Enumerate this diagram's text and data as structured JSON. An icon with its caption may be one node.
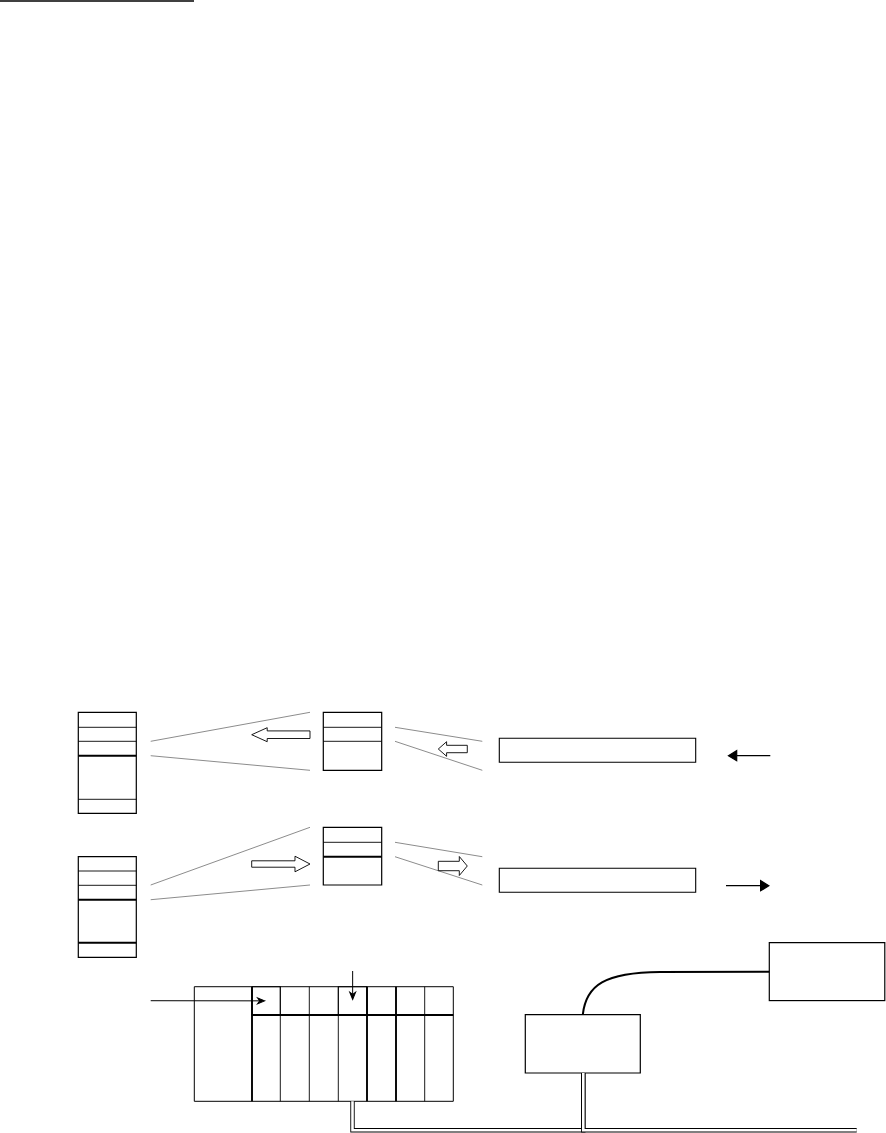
{
  "diagram": {
    "nodes": [
      {
        "text": [],
        "shape": "box"
      },
      {
        "text": [],
        "shape": "box"
      },
      {
        "text": [],
        "shape": "box"
      },
      {
        "text": [],
        "shape": "box"
      },
      {
        "text": [],
        "shape": "box"
      },
      {
        "text": [],
        "shape": "box"
      },
      {
        "text": [],
        "shape": "box"
      },
      {
        "text": [],
        "shape": "box"
      },
      {
        "text": [],
        "shape": "box",
        "in": 7
      },
      {
        "text": [],
        "shape": "box",
        "in": 7
      },
      {
        "text": [],
        "shape": "box"
      }
    ],
    "edges": [
      {
        "from": 10,
        "to": 6,
        "arrow": "none"
      },
      {
        "from": null,
        "to": 8,
        "arrow": "to"
      },
      {
        "from": null,
        "to": 9,
        "arrow": "to"
      },
      {
        "from": 7,
        "to": 10,
        "arrow": "none",
        "style": "thick"
      },
      {
        "from": 10,
        "to": null,
        "arrow": "none",
        "style": "thick"
      }
    ]
  }
}
